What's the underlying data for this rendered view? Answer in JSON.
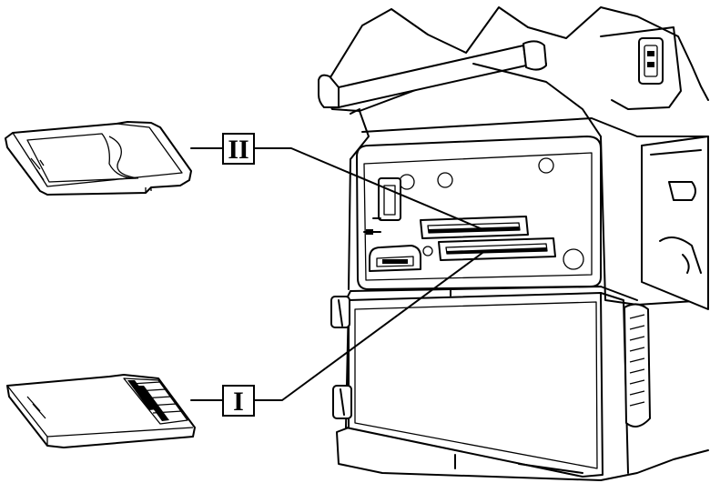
{
  "callouts": [
    {
      "id": "memory-card-slot-ii",
      "label": "II"
    },
    {
      "id": "memory-card-slot-i",
      "label": "I"
    }
  ],
  "colors": {
    "line": "#000000",
    "background": "#ffffff"
  }
}
